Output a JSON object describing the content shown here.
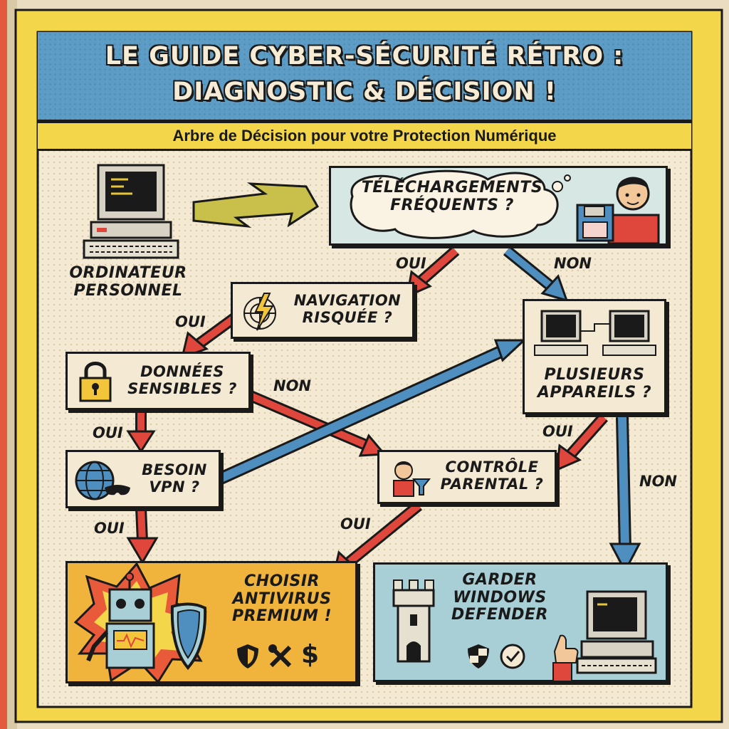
{
  "title": {
    "line1": "LE GUIDE CYBER-SÉCURITÉ RÉTRO :",
    "line2": "DIAGNOSTIC & DÉCISION !",
    "subtitle": "Arbre de Décision pour votre Protection Numérique"
  },
  "nodes": {
    "computer": "ORDINATEUR\nPERSONNEL",
    "downloads": "TÉLÉCHARGEMENTS\nFRÉQUENTS ?",
    "navigation": "NAVIGATION\nRISQUÉE ?",
    "devices": "PLUSIEURS\nAPPAREILS ?",
    "data": "DONNÉES\nSENSIBLES ?",
    "vpn": "BESOIN\nVPN ?",
    "parental": "CONTRÔLE\nPARENTAL ?",
    "antivirus": "CHOISIR\nANTIVIRUS\nPREMIUM !",
    "defender": "GARDER\nWINDOWS\nDEFENDER"
  },
  "edges": {
    "downloads_yes": "OUI",
    "downloads_no": "NON",
    "navigation_yes": "OUI",
    "data_no": "NON",
    "data_yes": "OUI",
    "devices_yes": "OUI",
    "devices_no": "NON",
    "vpn_yes": "OUI",
    "parental_yes": "OUI"
  },
  "icons": {
    "antivirus_row": [
      "shield-icon",
      "tools-icon",
      "dollar-icon"
    ],
    "antivirus_dollar": "$",
    "defender_row": [
      "windows-shield-icon",
      "checkmark-icon"
    ]
  },
  "colors": {
    "yes_arrow": "#e0473c",
    "no_arrow": "#4f8fc0",
    "title_band": "#5d9cc4",
    "subtitle_band": "#f3d64a",
    "page_border": "#f3d64a",
    "antivirus_box": "#f0b43c",
    "defender_box": "#a9cfd6"
  }
}
